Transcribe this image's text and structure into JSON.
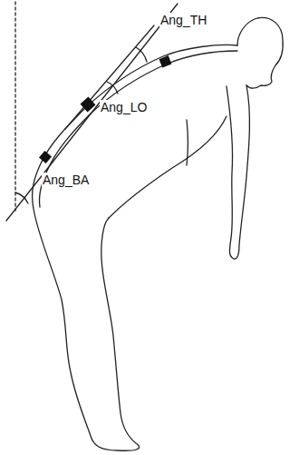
{
  "diagram": {
    "labels": [
      "Ang_TH",
      "Ang_LO",
      "Ang_BA"
    ]
  }
}
